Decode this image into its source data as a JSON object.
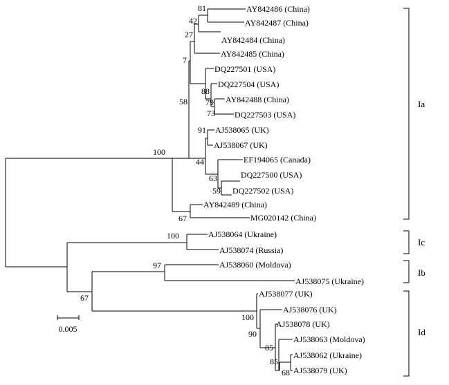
{
  "taxa": {
    "t1": "AY842486 (China)",
    "t2": "AY842487 (China)",
    "t3": "AY842484 (China)",
    "t4": "AY842485 (China)",
    "t5": "DQ227501 (USA)",
    "t6": "DQ227504 (USA)",
    "t7": "AY842488 (China)",
    "t8": "DQ227503 (USA)",
    "t9": "AJ538065 (UK)",
    "t10": "AJ538067 (UK)",
    "t11": "EF194065 (Canada)",
    "t12": "DQ227500 (USA)",
    "t13": "DQ227502 (USA)",
    "t14": "AY842489 (China)",
    "t15": "MG020142 (China)",
    "t16": "AJ538064 (Ukraine)",
    "t17": "AJ538074 (Russia)",
    "t18": "AJ538060 (Moldova)",
    "t19": "AJ538075 (Ukraine)",
    "t20": "AJ538077 (UK)",
    "t21": "AJ538076 (UK)",
    "t22": "AJ538078 (UK)",
    "t23": "AJ538063 (Moldova)",
    "t24": "AJ538062 (Ukraine)",
    "t25": "AJ538079 (UK)"
  },
  "bootstrap": {
    "b81": "81",
    "b42": "42",
    "b27": "27",
    "b7": "7",
    "b58": "58",
    "b100a": "100",
    "b88": "88",
    "b79": "79",
    "b73": "73",
    "b91": "91",
    "b44": "44",
    "b63": "63",
    "b59": "59",
    "b67a": "67",
    "b100b": "100",
    "b97": "97",
    "b67b": "67",
    "b100c": "100",
    "b90": "90",
    "b85a": "85",
    "b85b": "85",
    "b68": "68"
  },
  "clades": {
    "Ia": "Ia",
    "Ic": "Ic",
    "Ib": "Ib",
    "Id": "Id"
  },
  "scale_bar": {
    "label": "0.005"
  }
}
